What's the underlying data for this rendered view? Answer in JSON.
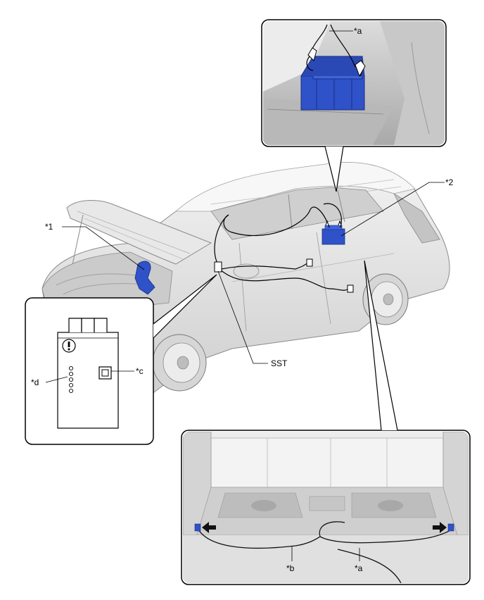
{
  "callouts": {
    "item_1": "*1",
    "item_2": "*2",
    "sst": "SST",
    "a_top": "*a",
    "a_bottom": "*a",
    "b": "*b",
    "c": "*c",
    "d": "*d"
  },
  "colors": {
    "highlight_blue": "#2f52c9",
    "panel_border": "#000000",
    "vehicle_grey": "#e4e4e4"
  },
  "icons": {
    "warning": "exclamation-circle-icon"
  }
}
